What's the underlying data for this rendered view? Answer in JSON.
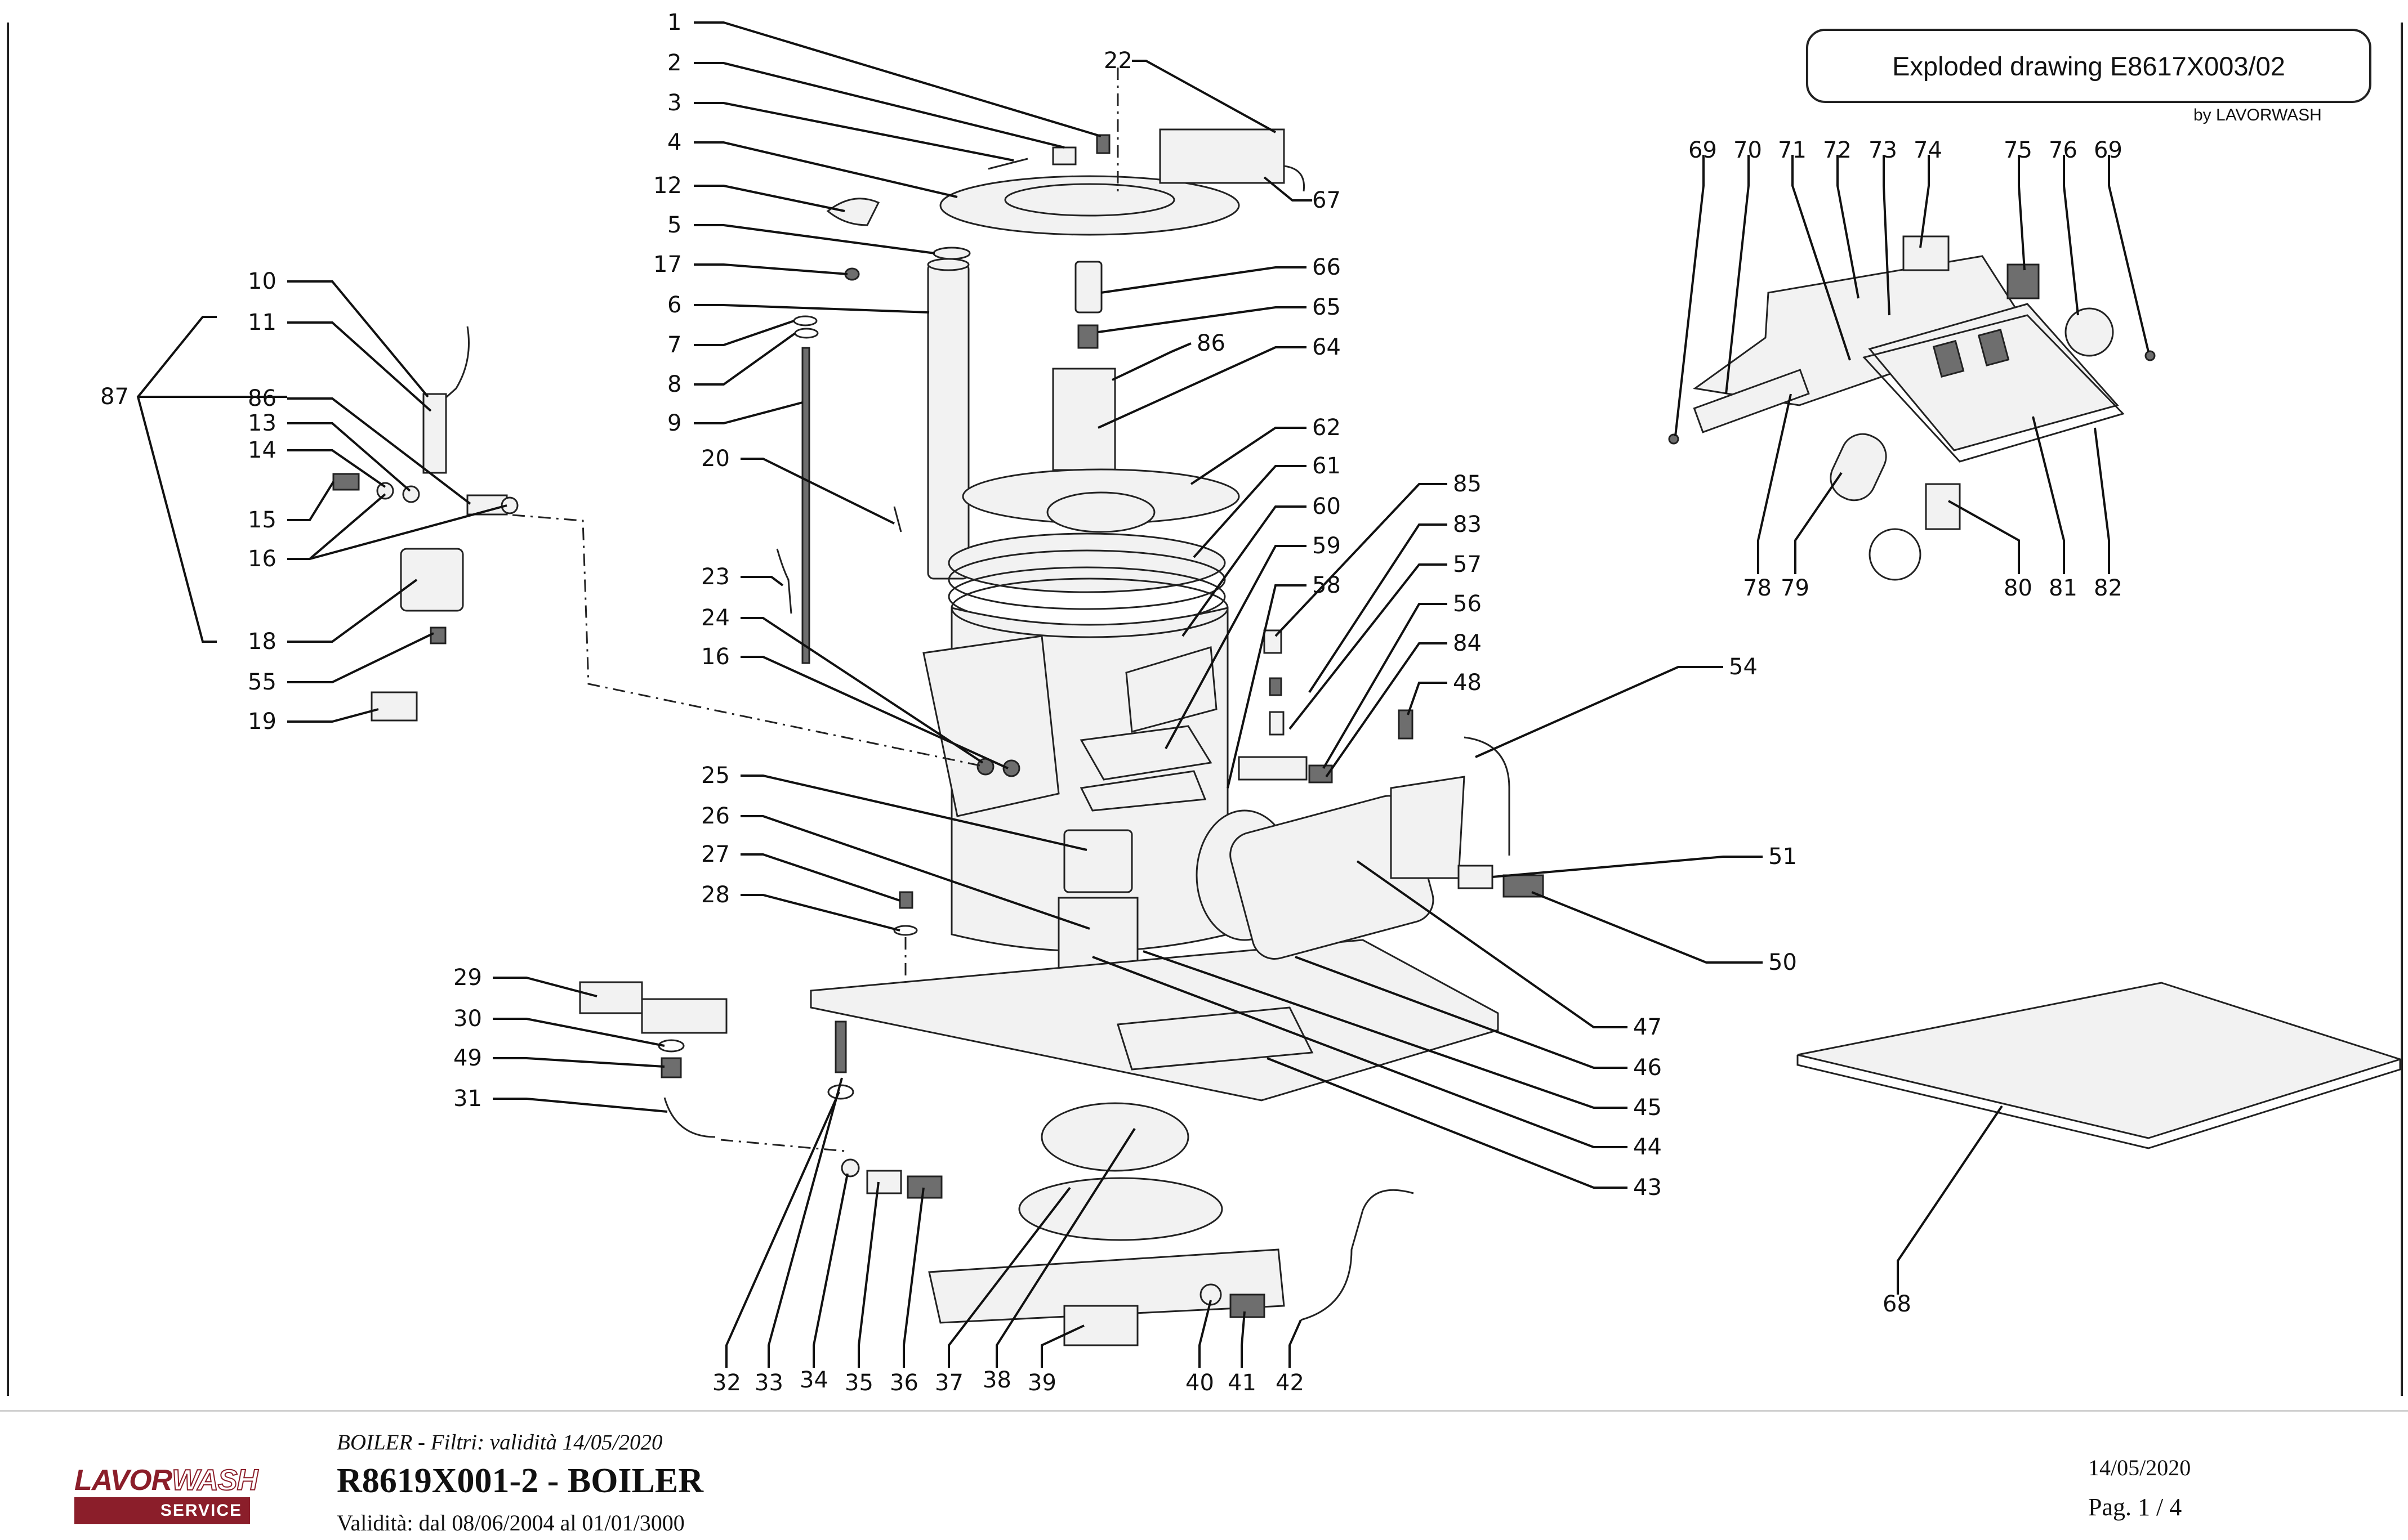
{
  "header": {
    "title": "Exploded drawing E8617X003/02",
    "byline": "by LAVORWASH"
  },
  "callouts": [
    {
      "id": "1",
      "label": "1"
    },
    {
      "id": "2",
      "label": "2"
    },
    {
      "id": "3",
      "label": "3"
    },
    {
      "id": "4",
      "label": "4"
    },
    {
      "id": "12",
      "label": "12"
    },
    {
      "id": "5",
      "label": "5"
    },
    {
      "id": "17",
      "label": "17"
    },
    {
      "id": "6",
      "label": "6"
    },
    {
      "id": "7",
      "label": "7"
    },
    {
      "id": "8",
      "label": "8"
    },
    {
      "id": "9",
      "label": "9"
    },
    {
      "id": "20",
      "label": "20"
    },
    {
      "id": "23",
      "label": "23"
    },
    {
      "id": "24",
      "label": "24"
    },
    {
      "id": "16b",
      "label": "16"
    },
    {
      "id": "25",
      "label": "25"
    },
    {
      "id": "26",
      "label": "26"
    },
    {
      "id": "27",
      "label": "27"
    },
    {
      "id": "28",
      "label": "28"
    },
    {
      "id": "29",
      "label": "29"
    },
    {
      "id": "30",
      "label": "30"
    },
    {
      "id": "49",
      "label": "49"
    },
    {
      "id": "31",
      "label": "31"
    },
    {
      "id": "22",
      "label": "22"
    },
    {
      "id": "67",
      "label": "67"
    },
    {
      "id": "66",
      "label": "66"
    },
    {
      "id": "65",
      "label": "65"
    },
    {
      "id": "86b",
      "label": "86"
    },
    {
      "id": "64",
      "label": "64"
    },
    {
      "id": "62",
      "label": "62"
    },
    {
      "id": "61",
      "label": "61"
    },
    {
      "id": "60",
      "label": "60"
    },
    {
      "id": "59",
      "label": "59"
    },
    {
      "id": "58",
      "label": "58"
    },
    {
      "id": "85",
      "label": "85"
    },
    {
      "id": "83",
      "label": "83"
    },
    {
      "id": "57",
      "label": "57"
    },
    {
      "id": "56",
      "label": "56"
    },
    {
      "id": "84",
      "label": "84"
    },
    {
      "id": "48",
      "label": "48"
    },
    {
      "id": "54",
      "label": "54"
    },
    {
      "id": "51",
      "label": "51"
    },
    {
      "id": "50",
      "label": "50"
    },
    {
      "id": "47",
      "label": "47"
    },
    {
      "id": "46",
      "label": "46"
    },
    {
      "id": "45",
      "label": "45"
    },
    {
      "id": "44",
      "label": "44"
    },
    {
      "id": "43",
      "label": "43"
    },
    {
      "id": "10",
      "label": "10"
    },
    {
      "id": "11",
      "label": "11"
    },
    {
      "id": "87",
      "label": "87"
    },
    {
      "id": "86",
      "label": "86"
    },
    {
      "id": "13",
      "label": "13"
    },
    {
      "id": "14",
      "label": "14"
    },
    {
      "id": "15",
      "label": "15"
    },
    {
      "id": "16",
      "label": "16"
    },
    {
      "id": "18",
      "label": "18"
    },
    {
      "id": "55",
      "label": "55"
    },
    {
      "id": "19",
      "label": "19"
    },
    {
      "id": "32",
      "label": "32"
    },
    {
      "id": "33",
      "label": "33"
    },
    {
      "id": "34",
      "label": "34"
    },
    {
      "id": "35",
      "label": "35"
    },
    {
      "id": "36",
      "label": "36"
    },
    {
      "id": "37",
      "label": "37"
    },
    {
      "id": "38",
      "label": "38"
    },
    {
      "id": "39",
      "label": "39"
    },
    {
      "id": "40",
      "label": "40"
    },
    {
      "id": "41",
      "label": "41"
    },
    {
      "id": "42",
      "label": "42"
    },
    {
      "id": "69",
      "label": "69"
    },
    {
      "id": "70",
      "label": "70"
    },
    {
      "id": "71",
      "label": "71"
    },
    {
      "id": "72",
      "label": "72"
    },
    {
      "id": "73",
      "label": "73"
    },
    {
      "id": "74",
      "label": "74"
    },
    {
      "id": "75",
      "label": "75"
    },
    {
      "id": "76",
      "label": "76"
    },
    {
      "id": "69b",
      "label": "69"
    },
    {
      "id": "78",
      "label": "78"
    },
    {
      "id": "79",
      "label": "79"
    },
    {
      "id": "80",
      "label": "80"
    },
    {
      "id": "81",
      "label": "81"
    },
    {
      "id": "82",
      "label": "82"
    },
    {
      "id": "68",
      "label": "68"
    }
  ],
  "footer": {
    "logo_top_a": "LAVOR",
    "logo_top_b": "WASH",
    "logo_bottom": "SERVICE",
    "subtitle": "BOILER - Filtri: validità 14/05/2020",
    "title": "R8619X001-2 - BOILER",
    "validity": "Validità: dal 08/06/2004 al 01/01/3000",
    "date": "14/05/2020",
    "page": "Pag. 1 / 4"
  }
}
